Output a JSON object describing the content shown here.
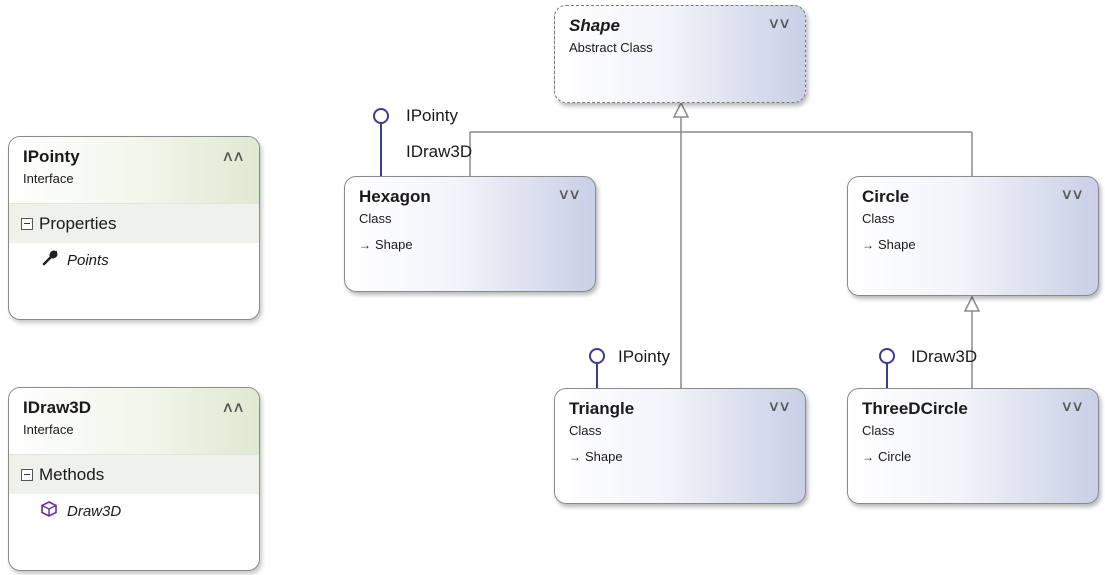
{
  "shape": {
    "name": "Shape",
    "kind": "Abstract Class"
  },
  "hexagon": {
    "name": "Hexagon",
    "kind": "Class",
    "base": "Shape"
  },
  "circle": {
    "name": "Circle",
    "kind": "Class",
    "base": "Shape"
  },
  "triangle": {
    "name": "Triangle",
    "kind": "Class",
    "base": "Shape"
  },
  "threedcircle": {
    "name": "ThreeDCircle",
    "kind": "Class",
    "base": "Circle"
  },
  "ipointy": {
    "name": "IPointy",
    "kind": "Interface",
    "section": "Properties",
    "members": [
      {
        "name": "Points",
        "icon": "wrench-icon"
      }
    ]
  },
  "idraw3d": {
    "name": "IDraw3D",
    "kind": "Interface",
    "section": "Methods",
    "members": [
      {
        "name": "Draw3D",
        "icon": "method-cube-icon"
      }
    ]
  },
  "lollipops": {
    "hexagon_ipointy": "IPointy",
    "hexagon_idraw3d": "IDraw3D",
    "triangle_ipointy": "IPointy",
    "threedcircle_idraw3d": "IDraw3D"
  },
  "colors": {
    "interface_line": "#3b3b8f",
    "inherit_line": "#8a8a8a"
  }
}
